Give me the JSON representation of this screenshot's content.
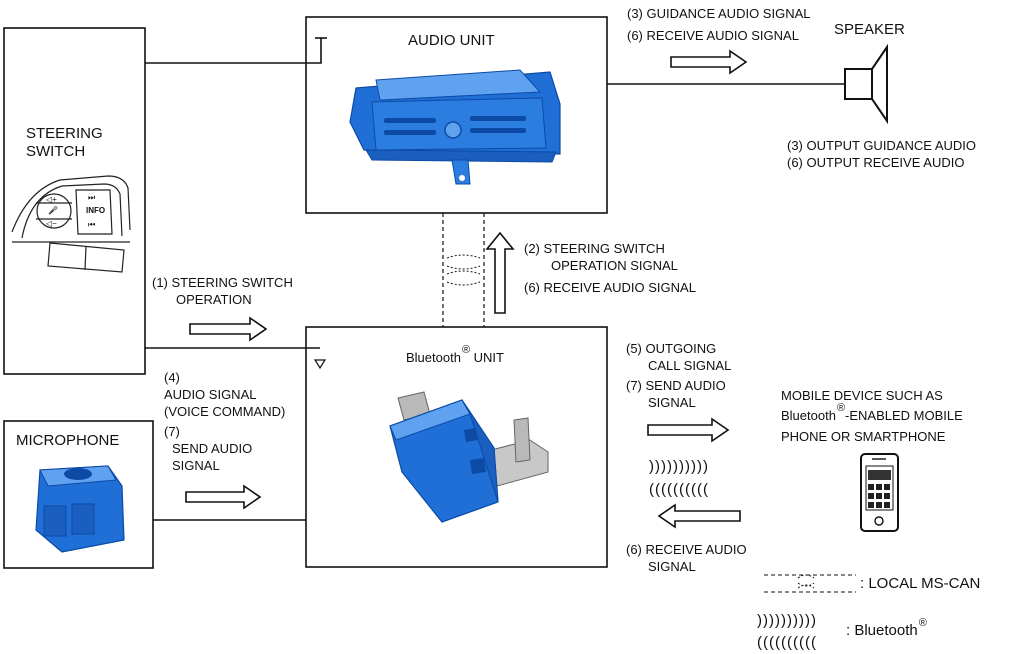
{
  "components": {
    "steering_switch": {
      "title_line1": "STEERING",
      "title_line2": "SWITCH",
      "keys": {
        "vol_up": "◁+",
        "vol_down": "◁−",
        "voice": "🎤",
        "next": "⏭",
        "prev": "⏮",
        "info": "INFO"
      }
    },
    "audio_unit": {
      "title": "AUDIO UNIT"
    },
    "bluetooth_unit": {
      "title_prefix": "Bluetooth",
      "title_mark": "®",
      "title_suffix": " UNIT"
    },
    "microphone": {
      "title": "MICROPHONE"
    },
    "speaker": {
      "title": "SPEAKER"
    },
    "mobile_device": {
      "line1": "MOBILE DEVICE SUCH AS",
      "line2_prefix": "Bluetooth",
      "line2_mark": "®",
      "line2_suffix": "-ENABLED MOBILE",
      "line3": "PHONE OR SMARTPHONE"
    }
  },
  "signals": {
    "steering_op": [
      "(1) STEERING SWITCH",
      "OPERATION"
    ],
    "can_up": [
      "(2)  STEERING SWITCH",
      "OPERATION SIGNAL",
      "(6)  RECEIVE AUDIO SIGNAL"
    ],
    "audio_to_speaker": [
      "(3)  GUIDANCE AUDIO SIGNAL",
      "(6)  RECEIVE AUDIO SIGNAL"
    ],
    "speaker_out": [
      "(3) OUTPUT GUIDANCE AUDIO",
      "(6) OUTPUT RECEIVE AUDIO"
    ],
    "mic_signal": [
      "(4)",
      "AUDIO SIGNAL",
      "(VOICE COMMAND)",
      "(7)",
      "SEND AUDIO",
      "SIGNAL"
    ],
    "to_mobile": [
      "(5)  OUTGOING",
      "CALL SIGNAL",
      "(7)  SEND AUDIO",
      "SIGNAL"
    ],
    "from_mobile": [
      "(6)  RECEIVE AUDIO",
      "SIGNAL"
    ]
  },
  "waves": {
    "right": "))))))))))",
    "left": "(((((((((("
  },
  "legend": {
    "can_label": ": LOCAL MS-CAN",
    "bt_prefix": ": Bluetooth",
    "bt_mark": "®"
  },
  "colors": {
    "component_blue": "#1f6fd6",
    "component_blue_dark": "#0d4aa6",
    "component_blue_light": "#5fa2f0",
    "line": "#111111",
    "metal": "#b9b9b9"
  }
}
